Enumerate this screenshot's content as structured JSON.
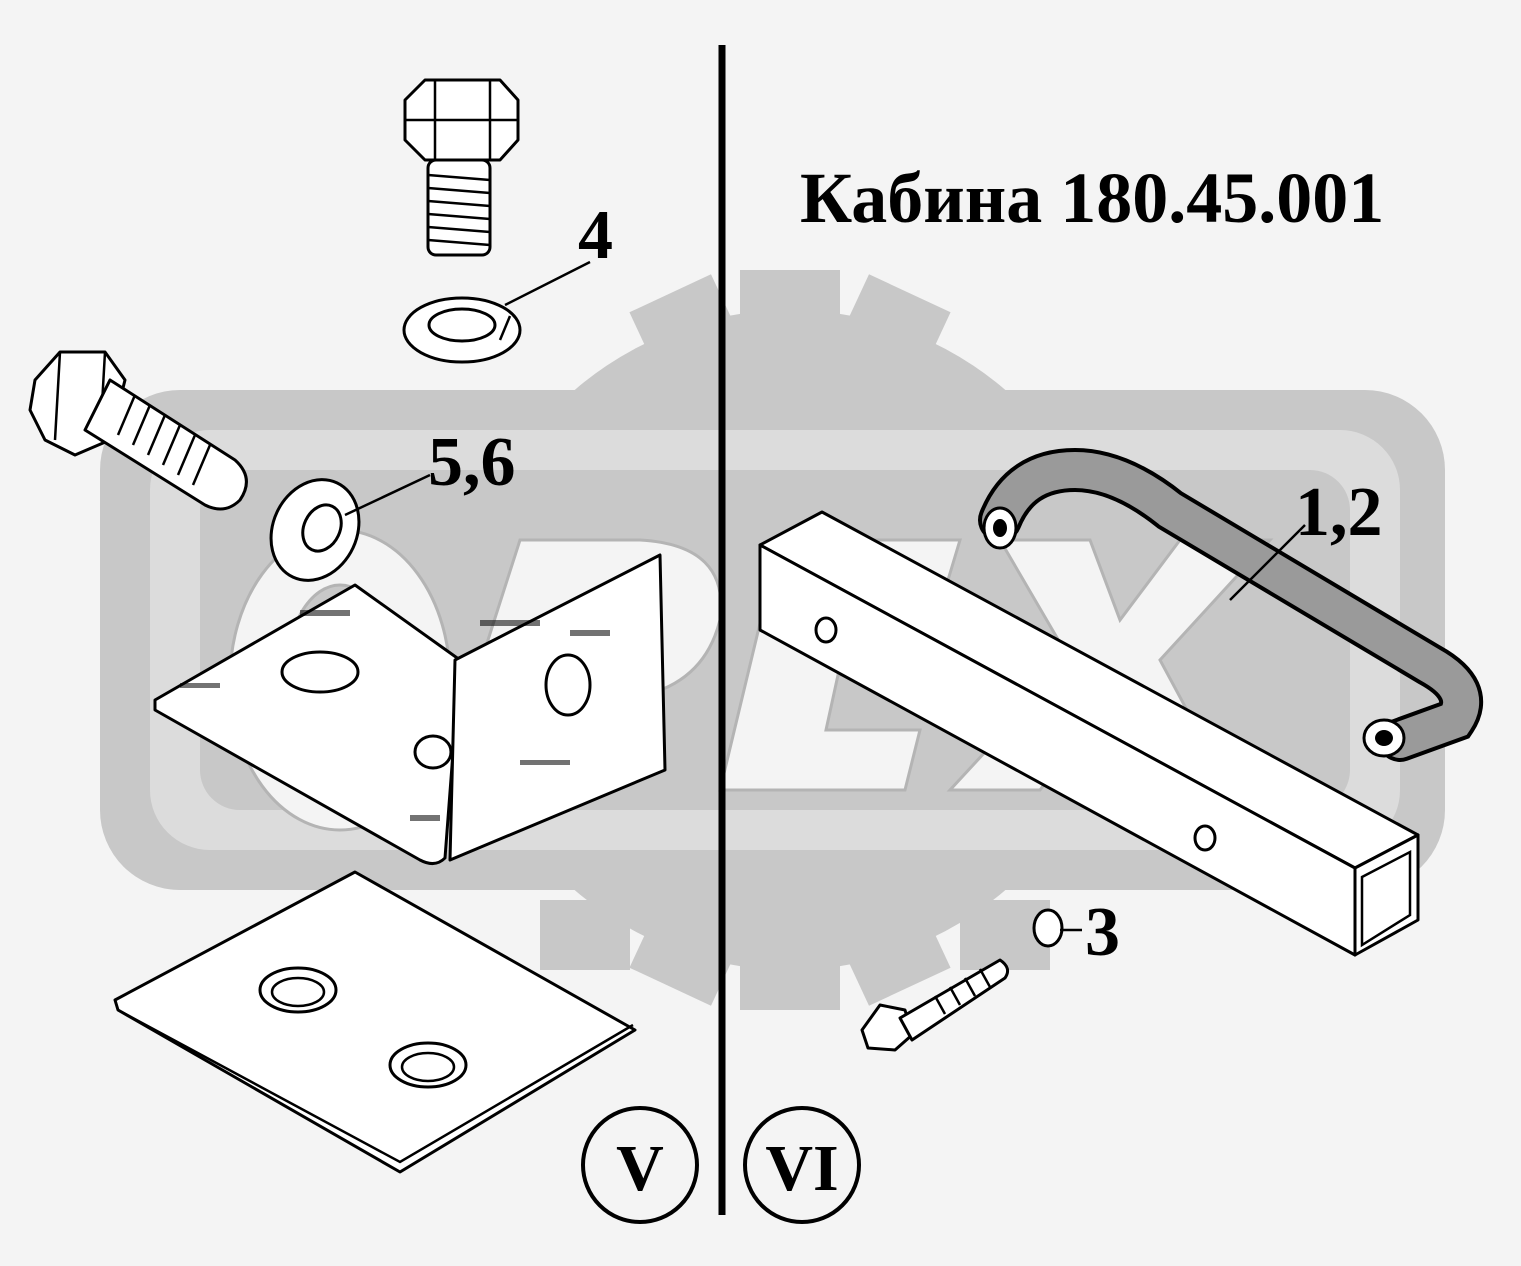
{
  "title": "Кабина 180.45.001",
  "watermark": "OPEX",
  "sections": [
    {
      "label": "V"
    },
    {
      "label": "VI"
    }
  ],
  "callouts": [
    {
      "label": "4"
    },
    {
      "label": "5,6"
    },
    {
      "label": "1,2"
    },
    {
      "label": "3"
    }
  ],
  "colors": {
    "background": "#f4f4f4",
    "watermark": "#c8c8c8",
    "ink": "#000000"
  }
}
